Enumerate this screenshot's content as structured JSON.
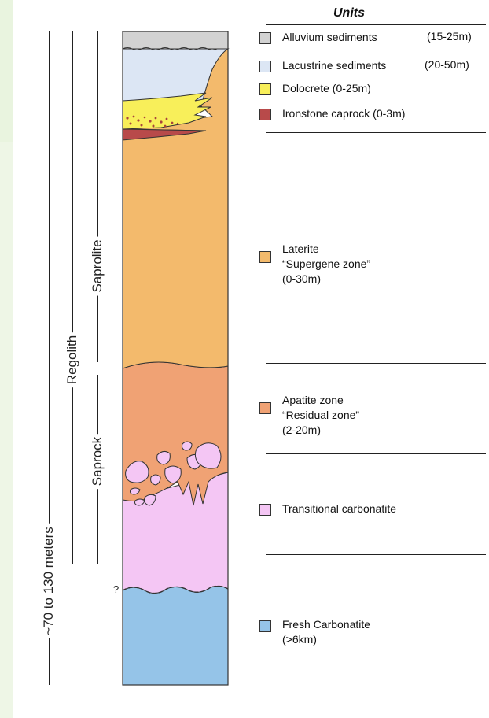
{
  "units_title": "Units",
  "vertical_labels": {
    "total": "~70 to 130 meters",
    "regolith": "Regolith",
    "saprolite": "Saprolite",
    "saprock": "Saprock"
  },
  "question_mark": "?",
  "legend": [
    {
      "label": "Alluvium sediments",
      "range": "(15-25m)",
      "color": "#d2d2d2"
    },
    {
      "label": "Lacustrine sediments",
      "range": "(20-50m)",
      "color": "#dce6f4"
    },
    {
      "label": "Dolocrete  (0-25m)",
      "range": "",
      "color": "#f8ef5a"
    },
    {
      "label": "Ironstone caprock  (0-3m)",
      "range": "",
      "color": "#b84a4a"
    },
    {
      "label": "Laterite\n“Supergene zone”\n (0-30m)",
      "range": "",
      "color": "#f3ba6c"
    },
    {
      "label": "Apatite zone\n“Residual zone”\n(2-20m)",
      "range": "",
      "color": "#f0a274"
    },
    {
      "label": "Transitional carbonatite",
      "range": "",
      "color": "#f4c6f4"
    },
    {
      "label": "Fresh Carbonatite\n(>6km)",
      "range": "",
      "color": "#95c4e8"
    }
  ],
  "colors": {
    "alluvium": "#d2d2d2",
    "lacustrine": "#dce6f4",
    "dolocrete": "#f8ef5a",
    "ironstone": "#b84a4a",
    "laterite": "#f3ba6c",
    "apatite": "#f0a274",
    "transitional": "#f4c6f4",
    "fresh": "#95c4e8"
  }
}
